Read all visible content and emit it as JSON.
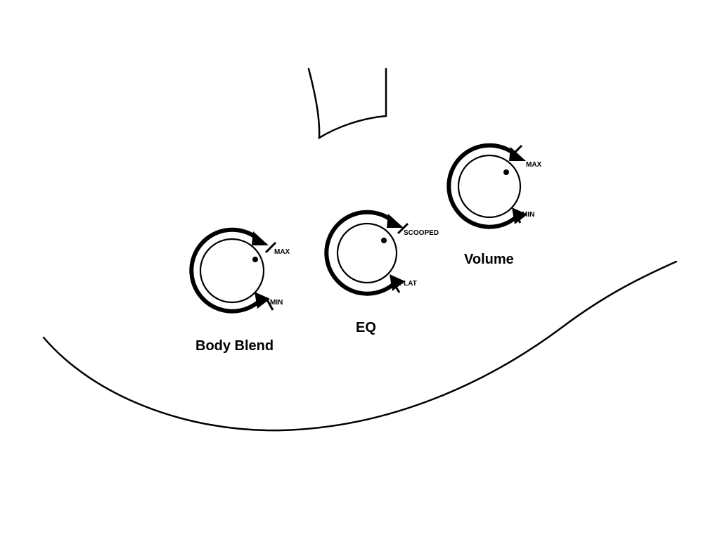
{
  "knobs": [
    {
      "id": "body-blend",
      "name": "Body Blend",
      "max_label": "MAX",
      "min_label": "MIN"
    },
    {
      "id": "eq",
      "name": "EQ",
      "max_label": "SCOOPED",
      "min_label": "FLAT"
    },
    {
      "id": "volume",
      "name": "Volume",
      "max_label": "MAX",
      "min_label": "MIN"
    }
  ],
  "colors": {
    "line": "#000000",
    "background": "#ffffff"
  }
}
